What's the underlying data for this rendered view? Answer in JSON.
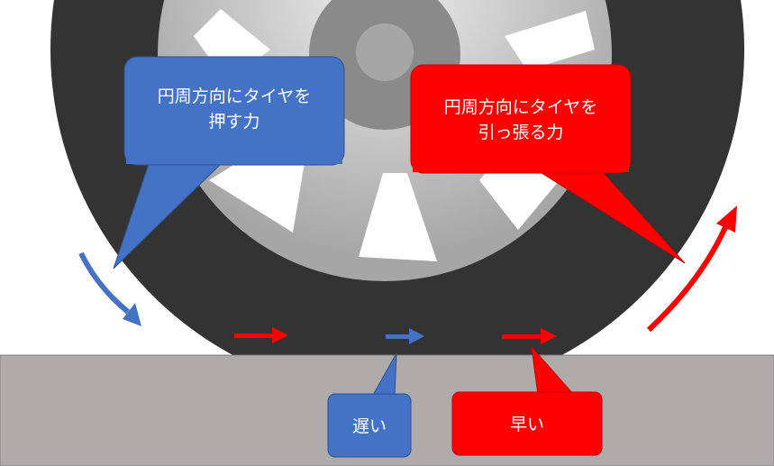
{
  "callouts": {
    "push": {
      "line1": "円周方向にタイヤを",
      "line2": "押す力",
      "color": "#4472C4"
    },
    "pull": {
      "line1": "円周方向にタイヤを",
      "line2": "引っ張る力",
      "color": "#FF0000"
    },
    "slow": {
      "label": "遅い",
      "color": "#4472C4"
    },
    "fast": {
      "label": "早い",
      "color": "#FF0000"
    }
  },
  "colors": {
    "tire": "#333333",
    "ground": "#AFABAB",
    "blue_arrow": "#4472C4",
    "red_arrow": "#FF0000"
  }
}
